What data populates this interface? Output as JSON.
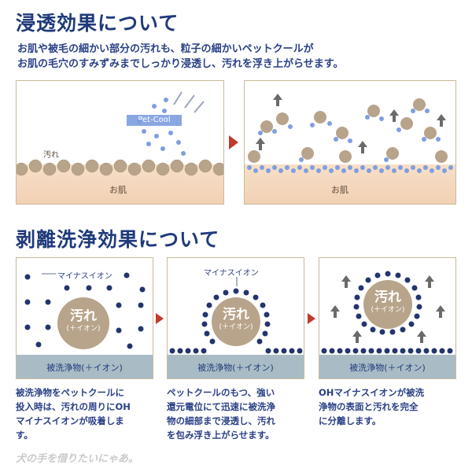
{
  "titles": {
    "penetration": "浸透効果について",
    "peeling": "剥離洗浄効果について"
  },
  "intro": {
    "line1": "お肌や被毛の細かい部分の汚れも、粒子の細かいペットクールが",
    "line2": "お肌の毛穴のすみずみまでしっかり浸透し、汚れを浮き上がらせます。"
  },
  "panel_a": {
    "dirt_label": "汚れ",
    "skin_label": "お肌",
    "product_label": "Pet-Cool"
  },
  "panel_b": {
    "skin_label": "お肌"
  },
  "panel_c": {
    "ion_label": "マイナスイオン",
    "dirt_word": "汚れ",
    "dirt_sub": "(＋イオン)",
    "base_label": "被洗浄物(＋イオン)"
  },
  "panel_d": {
    "ion_label": "マイナスイオン",
    "dirt_word": "汚れ",
    "dirt_sub": "(＋イオン)",
    "base_label": "被洗浄物(＋イオン)"
  },
  "panel_e": {
    "dirt_word": "汚れ",
    "dirt_sub": "(＋イオン)",
    "base_label": "被洗浄物(＋イオン)"
  },
  "descriptions": {
    "c": [
      "被洗浄物をペットクールに",
      "投入時は、汚れの周りにOH",
      "マイナスイオンが吸着しま",
      "す。"
    ],
    "d": [
      "ペットクールのもつ、強い",
      "還元電位にて迅速に被洗浄",
      "物の細部まで浸透し、汚れ",
      "を包み浮き上がらせます。"
    ],
    "e": [
      "OHマイナスイオンが被洗",
      "浄物の表面と汚れを完全",
      "に分離します。"
    ]
  },
  "footer": "犬の手を借りたいにゃあ。",
  "colors": {
    "title": "#1f3a7a",
    "text": "#2a3f86",
    "dirt": "#b8a48a",
    "skin": "#f2d1b4",
    "droplet": "#7f9ee0",
    "ion": "#23356e",
    "arrow": "#c0392b"
  }
}
